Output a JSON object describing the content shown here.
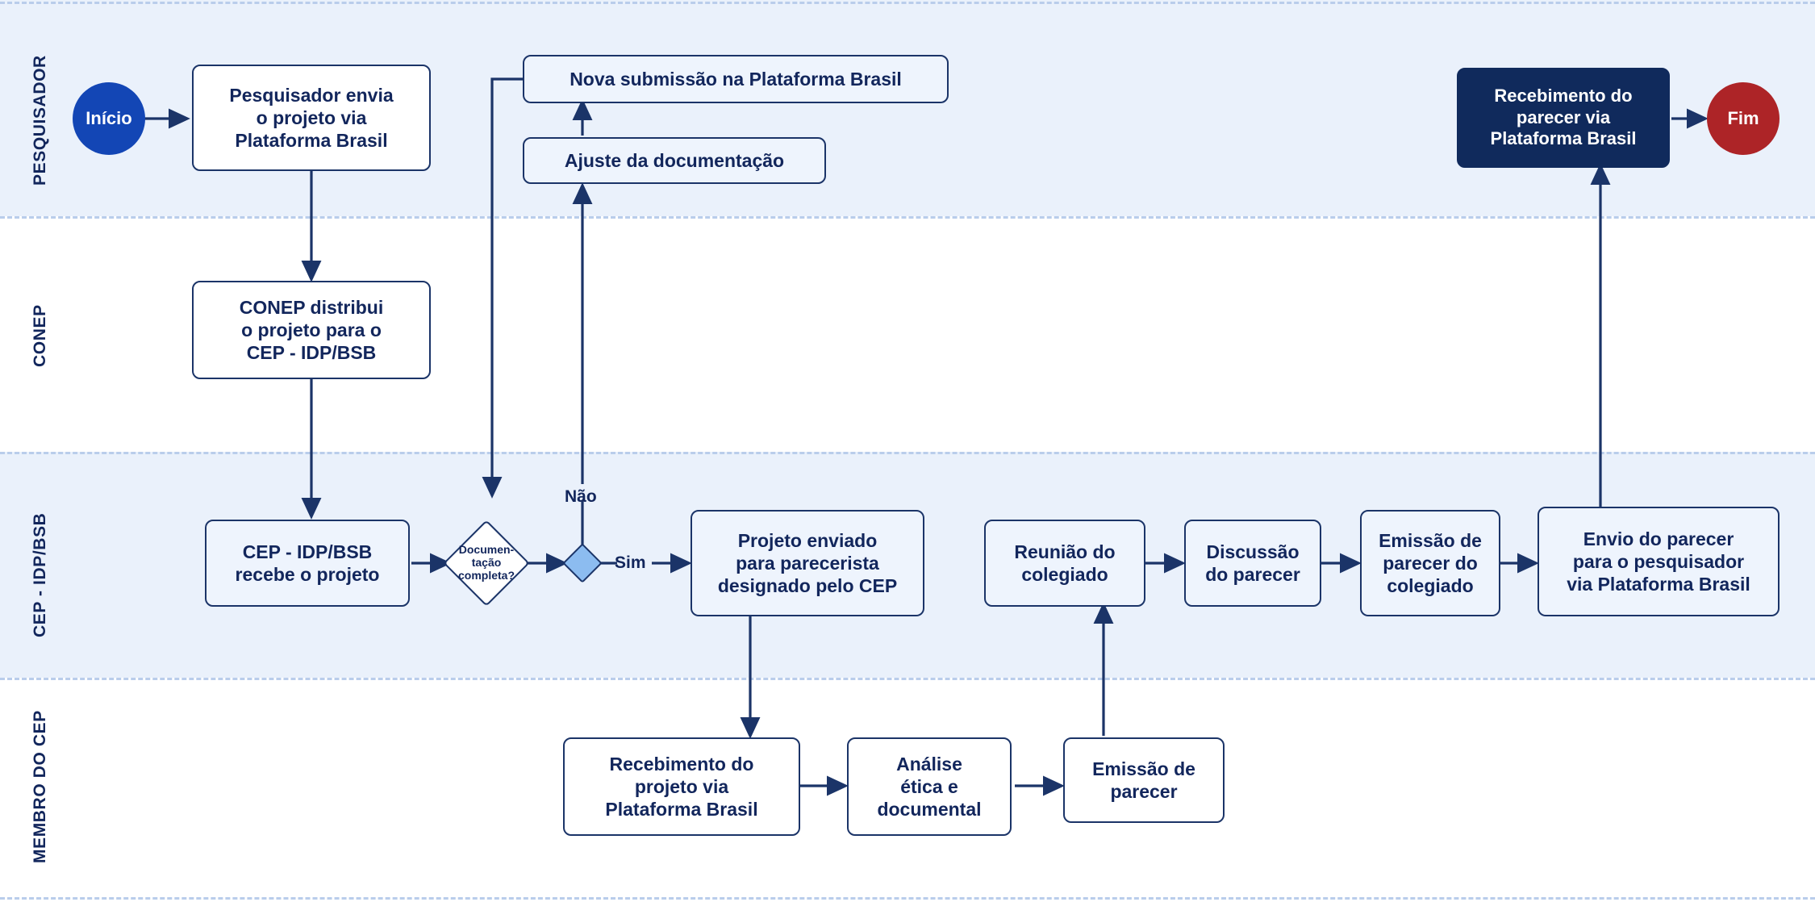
{
  "diagram": {
    "type": "swimlane-flowchart",
    "title": "Fluxo de submissão e parecer de projeto — CEP/CONEP",
    "colors": {
      "lane_shaded": "#eaf1fb",
      "lane_plain": "#ffffff",
      "lane_divider": "#b9cdeb",
      "node_border": "#1b3468",
      "node_fill": "#eef4fd",
      "node_filled_bg": "#102a5c",
      "text_dark": "#12265c",
      "start_circle": "#1346b5",
      "end_circle": "#ad2427",
      "gateway_fill": "#8cbcf0",
      "connector": "#1b3468"
    }
  },
  "lanes": [
    {
      "id": "pesquisador",
      "label": "PESQUISADOR",
      "shaded": true
    },
    {
      "id": "conep",
      "label": "CONEP",
      "shaded": false
    },
    {
      "id": "cep",
      "label": "CEP - IDP/BSB",
      "shaded": true
    },
    {
      "id": "membro",
      "label": "MEMBRO DO CEP",
      "shaded": false
    }
  ],
  "nodes": {
    "start": {
      "label": "Início"
    },
    "end": {
      "label": "Fim"
    },
    "envia": {
      "label": "Pesquisador envia\no projeto via\nPlataforma Brasil"
    },
    "nova_sub": {
      "label": "Nova submissão na Plataforma Brasil"
    },
    "ajuste": {
      "label": "Ajuste da documentação"
    },
    "recebimento_parecer": {
      "label": "Recebimento do\nparecer via\nPlataforma Brasil"
    },
    "conep_dist": {
      "label": "CONEP distribui\no projeto para o\nCEP - IDP/BSB"
    },
    "cep_recebe": {
      "label": "CEP - IDP/BSB\nrecebe o projeto"
    },
    "decisao": {
      "label": "Documen-\ntação\ncompleta?"
    },
    "gateway": {
      "label": ""
    },
    "proj_enviado": {
      "label": "Projeto enviado\npara parecerista\ndesignado pelo CEP"
    },
    "reuniao": {
      "label": "Reunião do\ncolegiado"
    },
    "discussao": {
      "label": "Discussão\ndo parecer"
    },
    "emissao_col": {
      "label": "Emissão de\nparecer do\ncolegiado"
    },
    "envio_parecer": {
      "label": "Envio do parecer\npara o pesquisador\nvia Plataforma Brasil"
    },
    "receb_proj": {
      "label": "Recebimento do\nprojeto via\nPlataforma Brasil"
    },
    "analise": {
      "label": "Análise\nética e\ndocumental"
    },
    "emissao_par": {
      "label": "Emissão de\nparecer"
    }
  },
  "edge_labels": {
    "nao": "Não",
    "sim": "Sim"
  }
}
